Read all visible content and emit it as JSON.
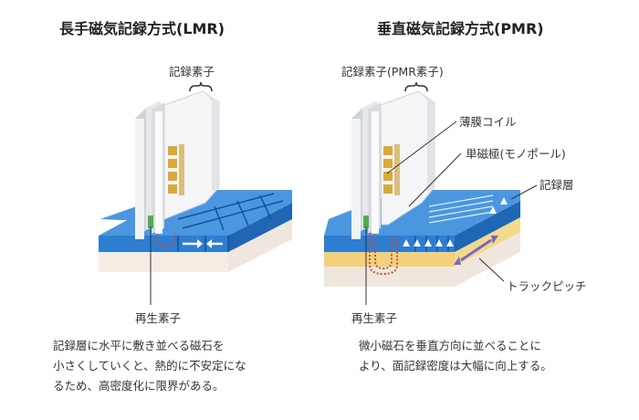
{
  "lmr": {
    "title": "長手磁気記録方式(LMR)",
    "label_write_element": "記録素子",
    "label_read_element": "再生素子",
    "description_line1": "記録層に水平に敷き並べる磁石を",
    "description_line2": "小さくしていくと、熱的に不安定にな",
    "description_line3": "るため、高密度化に限界がある。"
  },
  "pmr": {
    "title": "垂直磁気記録方式(PMR)",
    "label_write_element": "記録素子(PMR素子)",
    "label_coil": "薄膜コイル",
    "label_pole": "単磁極(モノポール)",
    "label_layer": "記録層",
    "label_track_pitch": "トラックピッチ",
    "label_read_element": "再生素子",
    "description_line1": "微小磁石を垂直方向に並べることに",
    "description_line2": "より、面記録密度は大幅に向上する。"
  },
  "colors": {
    "medium_blue": "#2e7dd1",
    "medium_blue_top": "#4a97e0",
    "substrate": "#efe7dd",
    "pmr_layer": "#f3d98c",
    "coil": "#d9a93a",
    "read_element": "#4fae4f",
    "arrow_purple": "#7a66c2",
    "flux_red": "#c0503a"
  }
}
